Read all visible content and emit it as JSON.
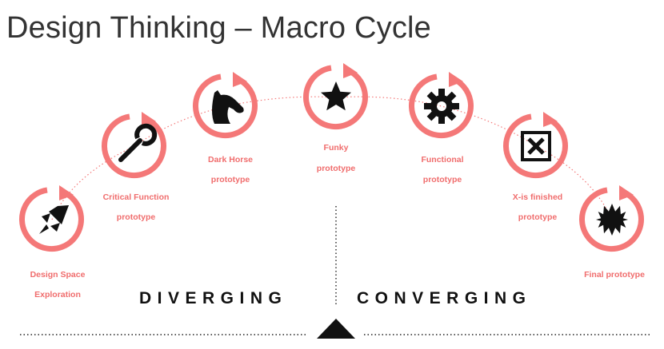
{
  "title": "Design Thinking – Macro Cycle",
  "accent_color": "#f47878",
  "icon_color": "#111111",
  "stages": [
    {
      "line1": "Design Space",
      "line2": "Exploration",
      "icon": "rocket-icon"
    },
    {
      "line1": "Critical Function",
      "line2": "prototype",
      "icon": "wrench-icon"
    },
    {
      "line1": "Dark Horse",
      "line2": "prototype",
      "icon": "horse-icon"
    },
    {
      "line1": "Funky",
      "line2": "prototype",
      "icon": "star-icon"
    },
    {
      "line1": "Functional",
      "line2": "prototype",
      "icon": "gear-icon"
    },
    {
      "line1": "X-is finished",
      "line2": "prototype",
      "icon": "checkbox-x-icon"
    },
    {
      "line1": "Final prototype",
      "line2": "",
      "icon": "starburst-icon"
    }
  ],
  "diverging_label": "DIVERGING",
  "converging_label": "CONVERGING"
}
